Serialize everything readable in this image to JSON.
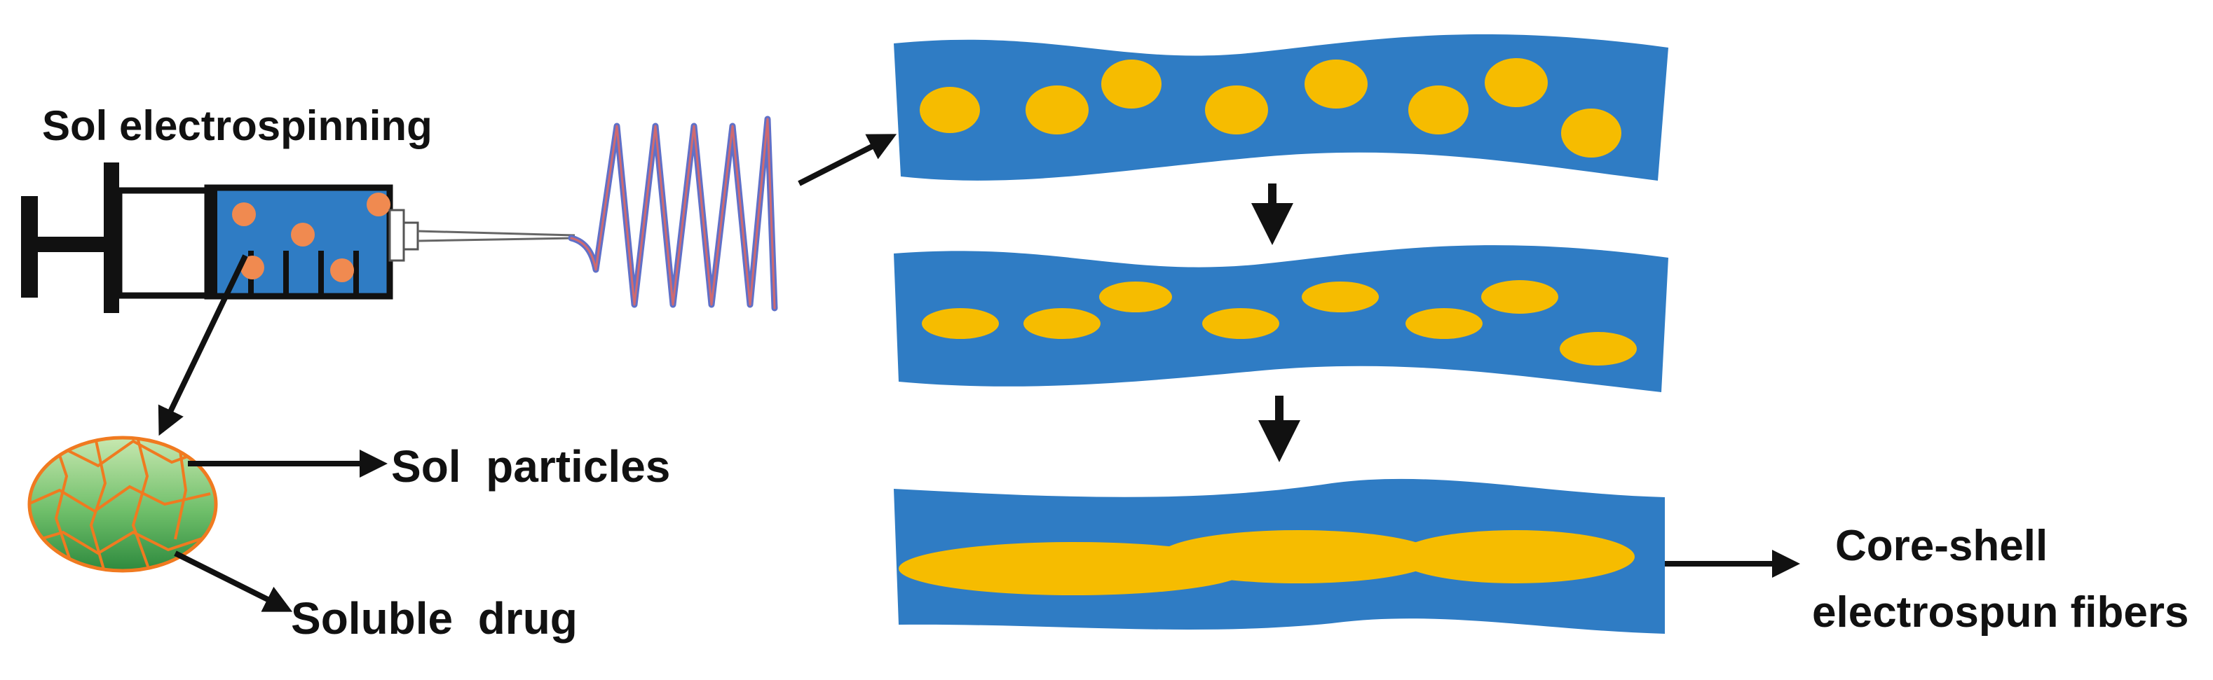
{
  "labels": {
    "title": "Sol electrospinning",
    "sol_particles": "Sol  particles",
    "soluble_drug": "Soluble  drug",
    "core_shell_line1": "Core-shell",
    "core_shell_line2": "electrospun fibers"
  },
  "colors": {
    "fiber_blue": "#2f7cc4",
    "particle_gold": "#f6bc00",
    "syringe_particle": "#f08a50",
    "arrow_black": "#111111",
    "sol_green": "#4aa05a",
    "sol_mesh": "#f07a20"
  },
  "icons": {
    "syringe": "syringe-icon",
    "jet": "whipping-jet-icon",
    "sol_particle": "sol-particle-icon"
  }
}
